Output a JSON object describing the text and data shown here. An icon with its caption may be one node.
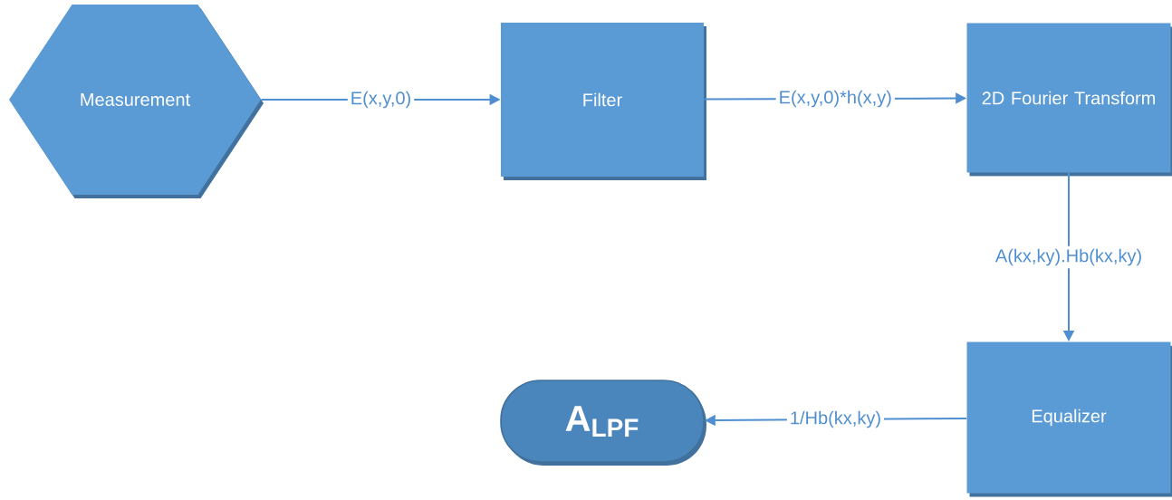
{
  "diagram": {
    "nodes": [
      {
        "text": [
          "Measurement"
        ]
      },
      {
        "text": [
          "Filter"
        ]
      },
      {
        "text": [
          "2D Fourier Transform"
        ]
      },
      {
        "text": [
          "Equalizer"
        ]
      },
      {
        "text": [
          "A$_{LPF}$"
        ]
      }
    ],
    "edges": [
      {
        "from": 0,
        "to": 1,
        "arrow": "to",
        "label": "E(x,y,0)"
      },
      {
        "from": 1,
        "to": 2,
        "arrow": "to",
        "label": "E(x,y,0)*h(x,y)"
      },
      {
        "from": 2,
        "to": 3,
        "arrow": "to",
        "label": "A(kx,ky).Hb(kx,ky)"
      },
      {
        "from": 3,
        "to": 4,
        "arrow": "to",
        "label": "1/Hb(kx,ky)"
      }
    ]
  }
}
